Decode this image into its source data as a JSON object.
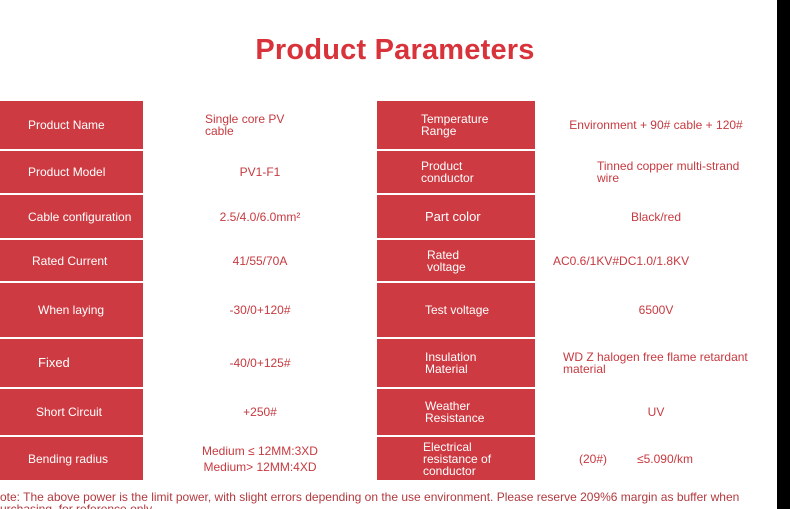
{
  "title": "Product Parameters",
  "rows": [
    {
      "label1": "Product Name",
      "value1": "Single core PV cable",
      "label2": "Temperature Range",
      "value2": "Environment + 90# cable + 120#"
    },
    {
      "label1": "Product Model",
      "value1": "PV1-F1",
      "label2": "Product conductor",
      "value2": "Tinned copper multi-strand wire"
    },
    {
      "label1": "Cable configuration",
      "value1": "2.5/4.0/6.0mm²",
      "label2": "Part color",
      "value2": "Black/red"
    },
    {
      "label1": "Rated Current",
      "value1": "41/55/70A",
      "label2": "Rated voltage",
      "value2": "AC0.6/1KV#DC1.0/1.8KV"
    },
    {
      "label1": "When laying",
      "value1": "-30/0+120#",
      "label2": "Test voltage",
      "value2": "6500V"
    },
    {
      "label1": "Fixed",
      "value1": "-40/0+125#",
      "label2": "Insulation Material",
      "value2": "WD Z halogen free flame retardant material"
    },
    {
      "label1": "Short Circuit",
      "value1": "+250#",
      "label2": "Weather Resistance",
      "value2": "UV"
    },
    {
      "label1": "Bending radius",
      "value1a": "Medium ≤ 12MM:3XD",
      "value1b": "Medium> 12MM:4XD",
      "label2": "Electrical resistance of conductor",
      "value2a": "(20#)",
      "value2b": "≤5.090/km"
    }
  ],
  "note": "ote: The above power is the limit power, with slight errors depending on the use environment. Please reserve 209%6 margin as buffer when",
  "note_line2": "urchasing, for reference only"
}
